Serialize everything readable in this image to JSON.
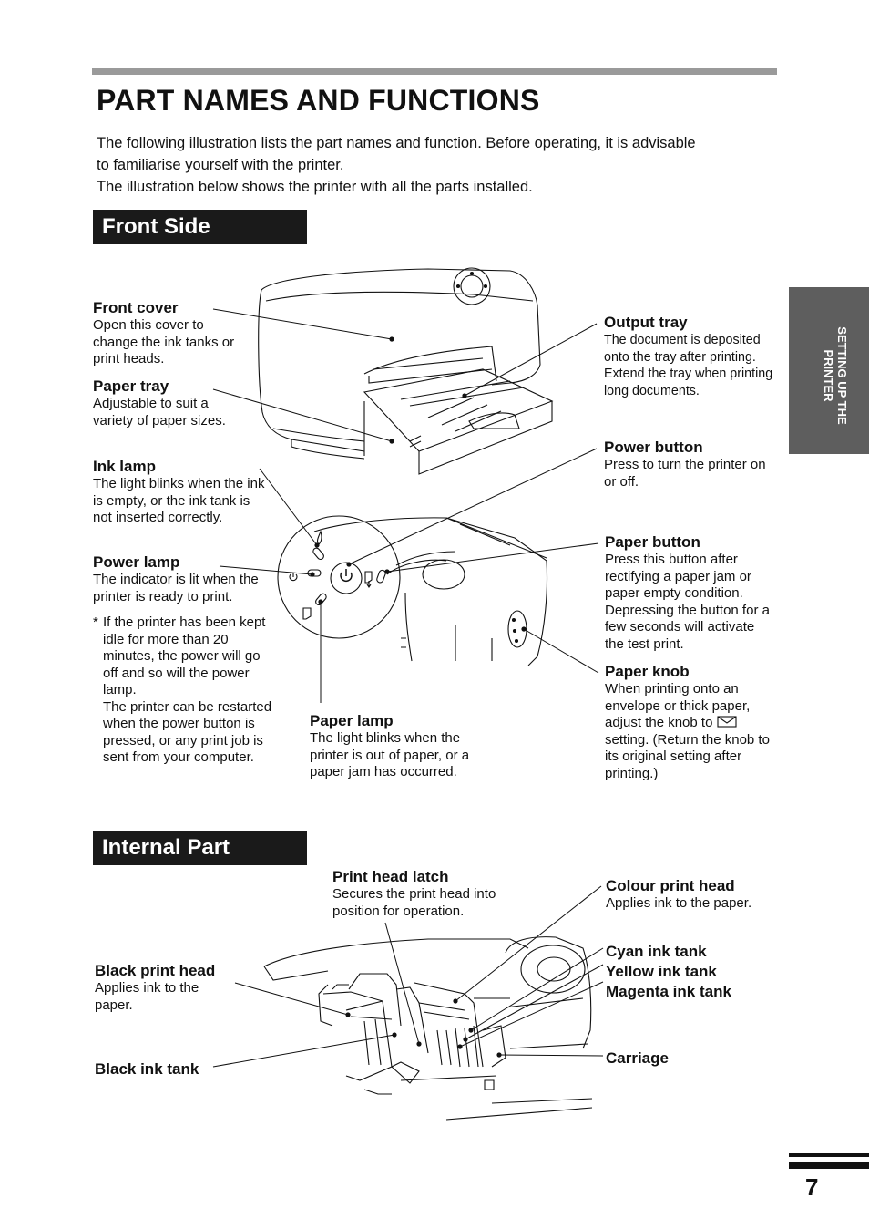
{
  "title": "PART NAMES AND FUNCTIONS",
  "intro": {
    "line1": "The following illustration lists the part names and function. Before operating, it is advisable",
    "line2": "to familiarise yourself with the printer.",
    "line3": "The illustration below shows the printer with all the parts installed."
  },
  "side_tab": "SETTING UP THE\nPRINTER",
  "sections": {
    "front": "Front Side",
    "internal": "Internal Part"
  },
  "front": {
    "front_cover": {
      "head": "Front cover",
      "body": "Open this cover to change the ink tanks or print heads."
    },
    "paper_tray": {
      "head": "Paper tray",
      "body": "Adjustable to suit a variety of paper sizes."
    },
    "ink_lamp": {
      "head": "Ink lamp",
      "body": "The light blinks when the ink is empty, or the ink tank is not inserted correctly."
    },
    "power_lamp": {
      "head": "Power lamp",
      "body": "The indicator is lit when the printer is ready to print."
    },
    "note": {
      "star": "*",
      "text": "If the printer has been kept idle for more than 20 minutes, the power will go off and so will the power lamp.",
      "text2": "The printer can be restarted when the power button is pressed, or any print job is sent from your computer."
    },
    "output_tray": {
      "head": "Output tray",
      "body": "The document is deposited onto the tray after printing. Extend the tray when printing long documents."
    },
    "power_button": {
      "head": "Power button",
      "body": "Press to turn the printer on or off."
    },
    "paper_button": {
      "head": "Paper button",
      "body": "Press this button after rectifying a paper jam or paper empty condition. Depressing the button for a few seconds will activate the test print."
    },
    "paper_knob": {
      "head": "Paper knob",
      "body_before": "When printing onto an envelope or thick paper, adjust the knob to",
      "body_after": "setting. (Return the knob to its original setting after printing.)"
    },
    "paper_lamp": {
      "head": "Paper lamp",
      "body": "The light blinks when the printer is out of paper, or a paper jam has occurred."
    }
  },
  "internal": {
    "print_head_latch": {
      "head": "Print head latch",
      "body": "Secures the print head into position for operation."
    },
    "colour_print_head": {
      "head": "Colour print head",
      "body": "Applies ink to the paper."
    },
    "ink_tanks": {
      "cyan": "Cyan ink tank",
      "yellow": "Yellow ink tank",
      "magenta": "Magenta ink tank"
    },
    "carriage": {
      "head": "Carriage"
    },
    "black_print_head": {
      "head": "Black print head",
      "body": "Applies ink to the paper."
    },
    "black_ink_tank": {
      "head": "Black ink tank"
    }
  },
  "page_number": "7"
}
